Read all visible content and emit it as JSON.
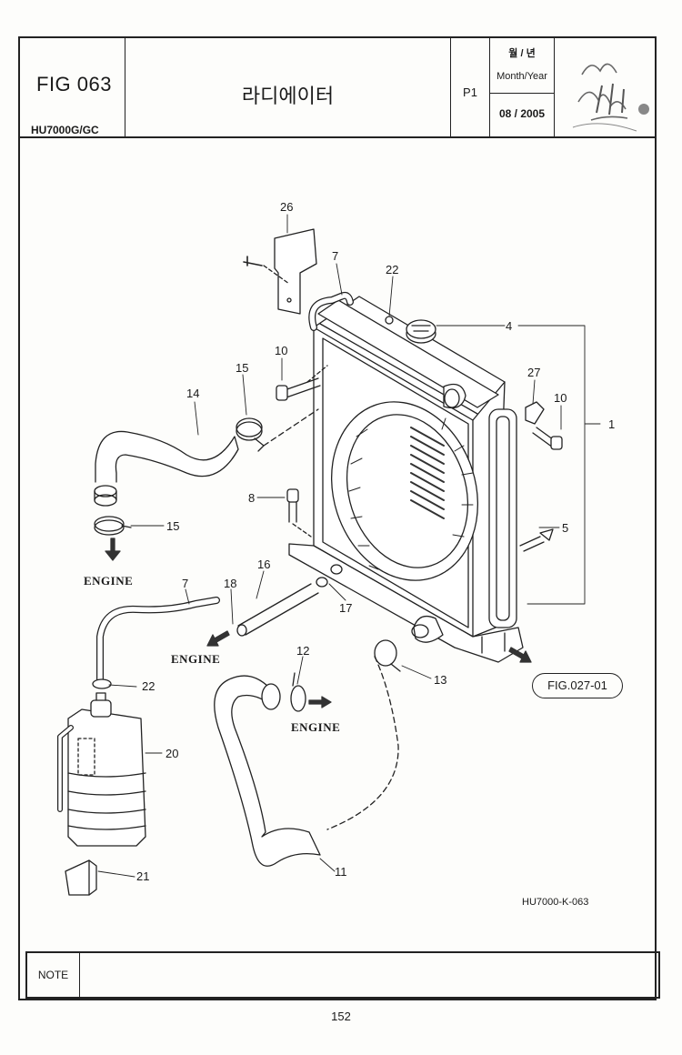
{
  "header": {
    "fig_code": "FIG 063",
    "model": "HU7000G/GC",
    "title": "라디에이터",
    "page_label": "P1",
    "date_label_kr": "월 / 년",
    "date_label_en": "Month/Year",
    "date_value": "08 / 2005"
  },
  "diagram": {
    "callouts": {
      "c26": "26",
      "c7a": "7",
      "c22a": "22",
      "c4": "4",
      "c10a": "10",
      "c15a": "15",
      "c14": "14",
      "c27": "27",
      "c10b": "10",
      "c1": "1",
      "c8": "8",
      "c15b": "15",
      "c5": "5",
      "c7b": "7",
      "c18": "18",
      "c16": "16",
      "c17": "17",
      "c12": "12",
      "c13": "13",
      "c22b": "22",
      "c20": "20",
      "c11": "11",
      "c21": "21"
    },
    "engine_labels": [
      "ENGINE",
      "ENGINE",
      "ENGINE"
    ],
    "fig_ref": "FIG.027-01",
    "drawing_code": "HU7000-K-063"
  },
  "note": {
    "label": "NOTE"
  },
  "footer": {
    "page_number": "152"
  }
}
